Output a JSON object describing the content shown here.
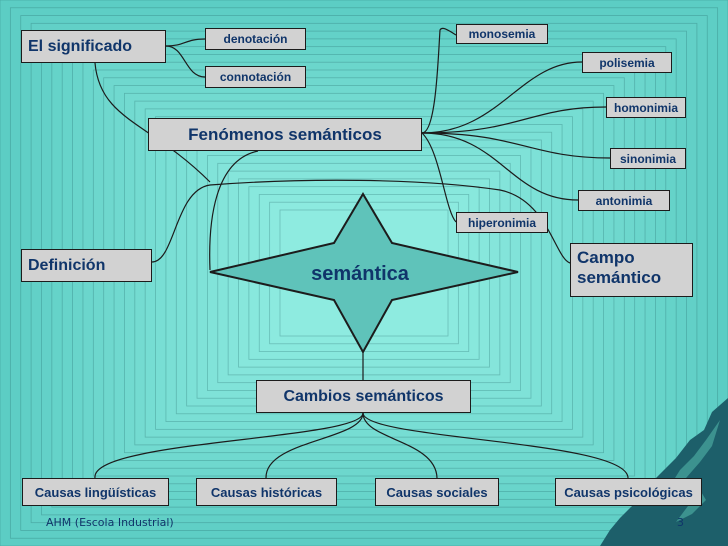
{
  "colors": {
    "background": "#66cdc5",
    "box_fill": "#d2d2d2",
    "text": "#10356a",
    "lines": "#1c1c1c",
    "accent_shape": "#1d5f6a"
  },
  "nodes": {
    "significado": "El significado",
    "denotacion": "denotación",
    "connotacion": "connotación",
    "monosemia": "monosemia",
    "polisemia": "polisemia",
    "homonimia": "homonimia",
    "sinonimia": "sinonimia",
    "antonimia": "antonimia",
    "hiperonimia": "hiperonimia",
    "fenomenos": "Fenómenos semánticos",
    "definicion": "Definición",
    "campo_line1": "Campo",
    "campo_line2": "semántico",
    "semantica": "semántica",
    "cambios": "Cambios semánticos",
    "causas_linguisticas": "Causas lingüísticas",
    "causas_historicas": "Causas históricas",
    "causas_sociales": "Causas sociales",
    "causas_psicologicas": "Causas psicológicas"
  },
  "footer": {
    "author": "AHM (Escola Industrial)",
    "page_number": "3"
  }
}
